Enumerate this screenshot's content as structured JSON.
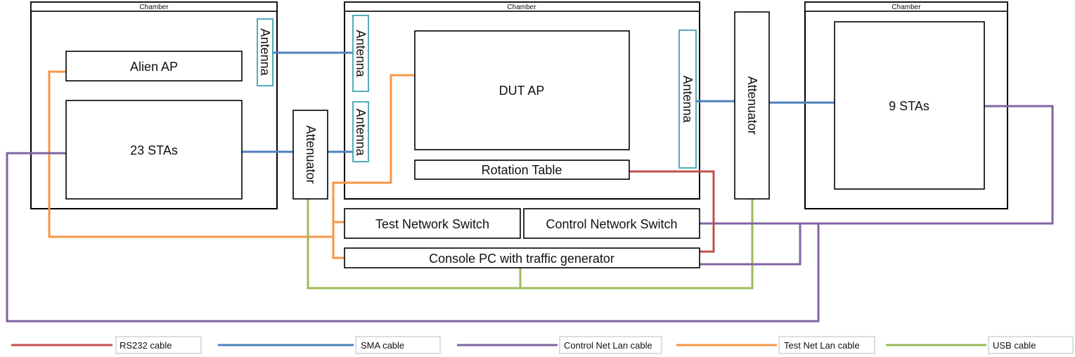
{
  "chamber_label": "Chamber",
  "components": {
    "alien_ap": "Alien AP",
    "stas_left": "23 STAs",
    "dut_ap": "DUT AP",
    "rotation_table": "Rotation Table",
    "stas_right": "9 STAs",
    "test_switch": "Test Network Switch",
    "control_switch": "Control Network Switch",
    "console_pc": "Console PC with traffic generator",
    "antenna": "Antenna",
    "attenuator": "Attenuator"
  },
  "legend": [
    {
      "label": "RS232 cable",
      "color": "#c0504d"
    },
    {
      "label": "SMA cable",
      "color": "#4f81bd"
    },
    {
      "label": "Control Net Lan cable",
      "color": "#8064a2"
    },
    {
      "label": "Test Net Lan cable",
      "color": "#f79646"
    },
    {
      "label": "USB cable",
      "color": "#9bbb59"
    }
  ],
  "colors": {
    "rs232": "#c0504d",
    "sma": "#4f81bd",
    "control": "#8064a2",
    "test": "#f79646",
    "usb": "#9bbb59",
    "antenna_border": "#3fa3b0"
  }
}
